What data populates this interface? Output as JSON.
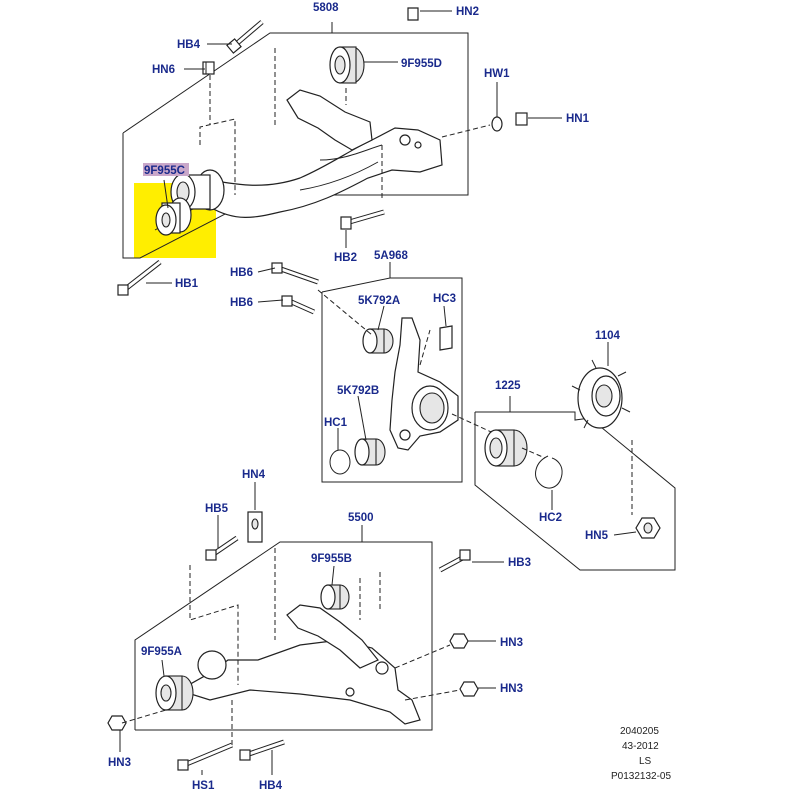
{
  "colors": {
    "label": "#1a2a8c",
    "highlight": "#ffee00",
    "label_highlight_bg": "#c9a7c9",
    "line": "#222222"
  },
  "labels": {
    "p5808": "5808",
    "hn2": "HN2",
    "hb4_top": "HB4",
    "hn6": "HN6",
    "p9f955d": "9F955D",
    "hw1": "HW1",
    "hn1": "HN1",
    "p9f955c": "9F955C",
    "hb2": "HB2",
    "hb1": "HB1",
    "p5a968": "5A968",
    "hb6_a": "HB6",
    "hb6_b": "HB6",
    "p5k792a": "5K792A",
    "hc3": "HC3",
    "p1104": "1104",
    "p5k792b": "5K792B",
    "p1225": "1225",
    "hc1": "HC1",
    "hc2": "HC2",
    "hn4": "HN4",
    "hb5": "HB5",
    "p5500": "5500",
    "hn5": "HN5",
    "p9f955b": "9F955B",
    "hb3": "HB3",
    "p9f955a": "9F955A",
    "hn3_a": "HN3",
    "hn3_b": "HN3",
    "hn3_c": "HN3",
    "hs1": "HS1",
    "hb4_bottom": "HB4"
  },
  "footer": {
    "line1": "2040205",
    "line2": "43-2012",
    "line3": "LS",
    "line4": "P0132132-05"
  }
}
